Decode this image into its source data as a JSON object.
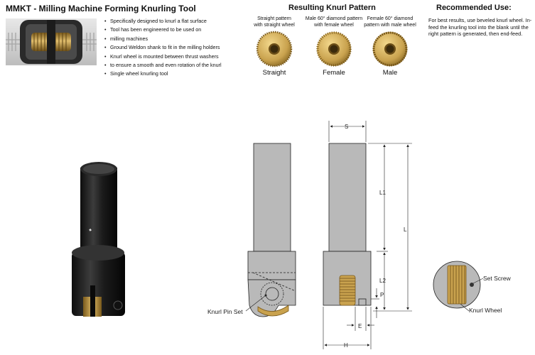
{
  "header": {
    "title": "MMKT - Milling Machine Forming Knurling Tool"
  },
  "features": [
    "Specifically designed to knurl a flat surface",
    "Tool has been engineered to be used on",
    "milling machines",
    "Ground Weldon shank to fit in the milling holders",
    "Knurl wheel  is  mounted between thrust washers",
    "to ensure a smooth and even rotation of  the knurl",
    "Single wheel knurling tool"
  ],
  "patterns": {
    "title": "Resulting Knurl Pattern",
    "items": [
      {
        "desc1": "Straight pattern",
        "desc2": "with straight wheel",
        "label": "Straight"
      },
      {
        "desc1": "Male 60° diamond pattern",
        "desc2": "with female wheel",
        "label": "Female"
      },
      {
        "desc1": "Female 60° diamond",
        "desc2": "pattern with male wheel",
        "label": "Male"
      }
    ]
  },
  "recommended": {
    "title": "Recommended Use:",
    "text": "For best results, use beveled knurl wheel. In-feed the knurling tool into the blank until the right pattern is generated, then end-feed."
  },
  "drawing": {
    "dimensions": {
      "s": "S",
      "l1": "L1",
      "l": "L",
      "l2": "L2",
      "p": "P",
      "e": "E",
      "h": "H"
    },
    "callouts": {
      "knurl_pin_set": "Knurl Pin Set",
      "set_screw": "Set Screw",
      "knurl_wheel": "Knurl Wheel"
    }
  },
  "colors": {
    "tool_body": "#1c1c1c",
    "drawing_fill": "#b9b9b9",
    "brass": "#c9a24e",
    "brass_dark": "#8a6a25",
    "line": "#222222"
  }
}
